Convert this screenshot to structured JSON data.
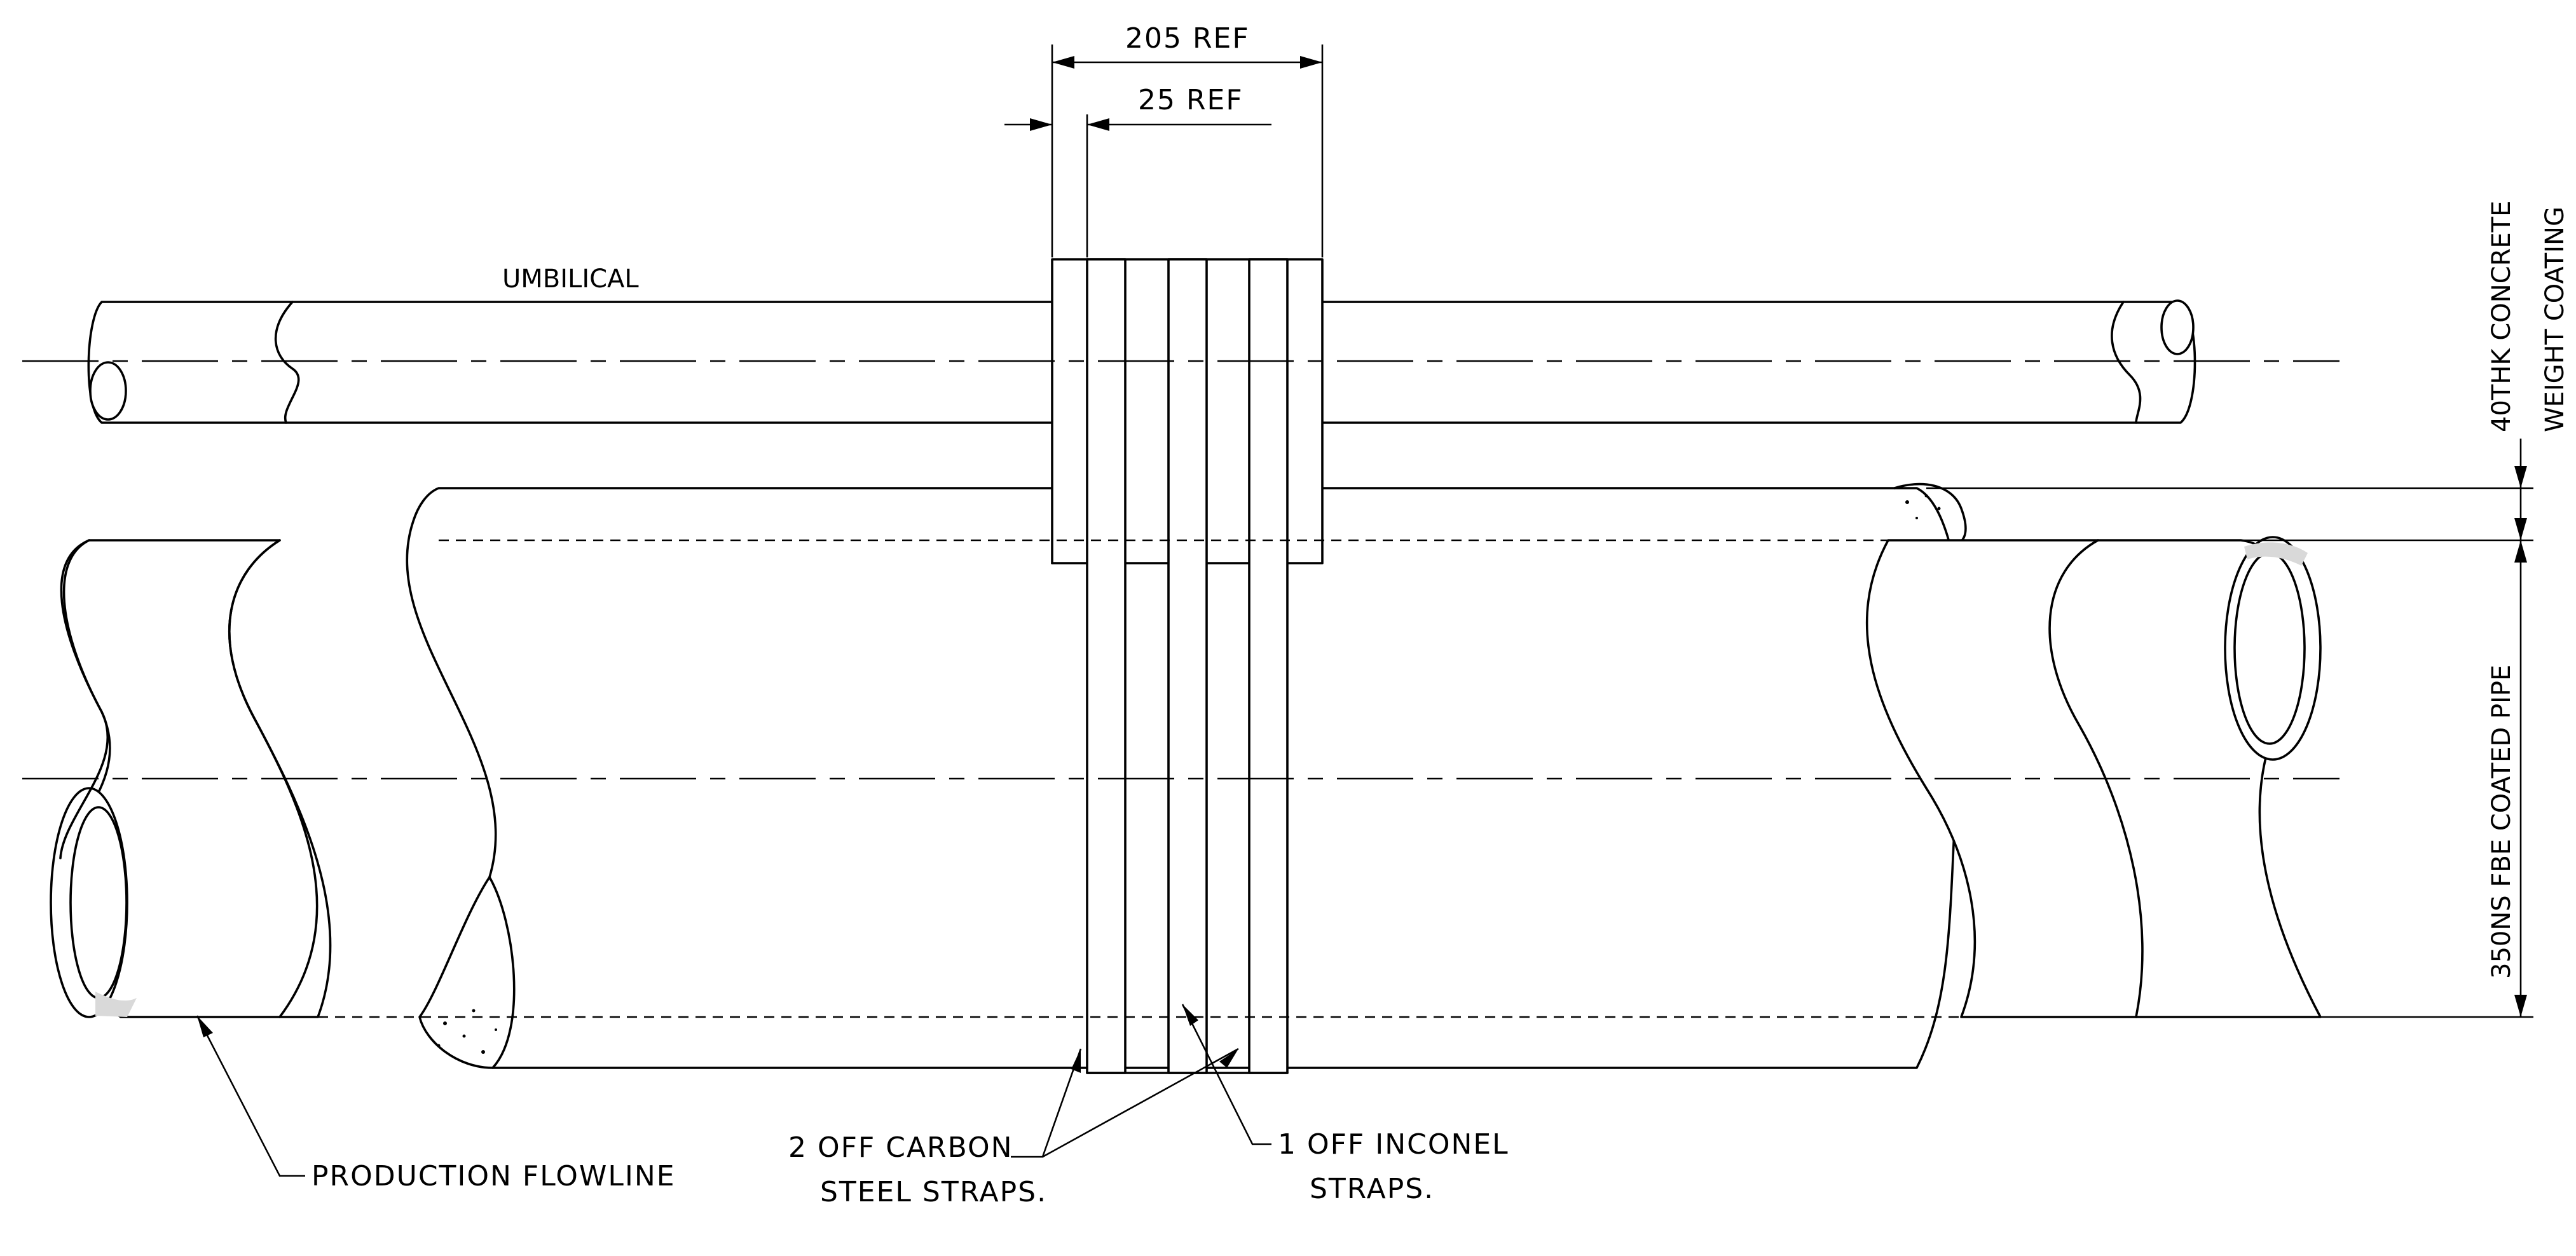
{
  "labels": {
    "dim_205": "205 REF",
    "dim_25": "25 REF",
    "umbilical": "UMBILICAL",
    "coating_line1": "40THK CONCRETE",
    "coating_line2": "WEIGHT COATING",
    "pipe": "350NS FBE COATED PIPE",
    "flowline": "PRODUCTION FLOWLINE",
    "carbon_line1": "2 OFF CARBON",
    "carbon_line2": "STEEL STRAPS.",
    "inconel_line1": "1 OFF INCONEL",
    "inconel_line2": "STRAPS."
  }
}
